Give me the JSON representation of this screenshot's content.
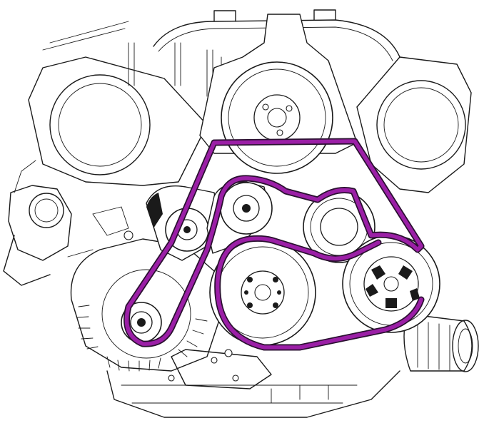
{
  "diagram": {
    "belt_color": "#9b1fa6",
    "belt_edge_color": "#2a1030",
    "line_color": "#1a1a1a",
    "components": [
      "power-steering-pump-pulley",
      "belt-tensioner",
      "idler-pulley-upper",
      "idler-pulley-right",
      "alternator",
      "crankshaft-pulley",
      "ac-compressor-clutch",
      "oil-filter"
    ]
  }
}
